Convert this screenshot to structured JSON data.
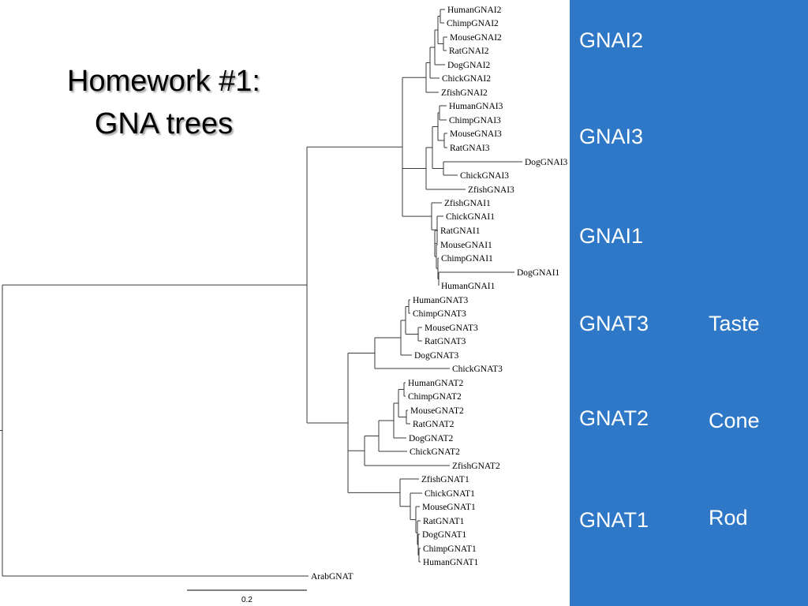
{
  "title": {
    "line1": "Homework #1:",
    "line2": "GNA trees"
  },
  "scale_bar_label": "0.2",
  "tree_labels": {
    "HumanGNAI2": "HumanGNAI2",
    "ChimpGNAI2": "ChimpGNAI2",
    "MouseGNAI2": "MouseGNAI2",
    "RatGNAI2": "RatGNAI2",
    "DogGNAI2": "DogGNAI2",
    "ChickGNAI2": "ChickGNAI2",
    "ZfishGNAI2": "ZfishGNAI2",
    "HumanGNAI3": "HumanGNAI3",
    "ChimpGNAI3": "ChimpGNAI3",
    "MouseGNAI3": "MouseGNAI3",
    "RatGNAI3": "RatGNAI3",
    "DogGNAI3": "DogGNAI3",
    "ChickGNAI3": "ChickGNAI3",
    "ZfishGNAI3": "ZfishGNAI3",
    "ZfishGNAI1": "ZfishGNAI1",
    "ChickGNAI1": "ChickGNAI1",
    "RatGNAI1": "RatGNAI1",
    "MouseGNAI1": "MouseGNAI1",
    "ChimpGNAI1": "ChimpGNAI1",
    "DogGNAI1": "DogGNAI1",
    "HumanGNAI1": "HumanGNAI1",
    "HumanGNAT3": "HumanGNAT3",
    "ChimpGNAT3": "ChimpGNAT3",
    "MouseGNAT3": "MouseGNAT3",
    "RatGNAT3": "RatGNAT3",
    "DogGNAT3": "DogGNAT3",
    "ChickGNAT3": "ChickGNAT3",
    "HumanGNAT2": "HumanGNAT2",
    "ChimpGNAT2": "ChimpGNAT2",
    "MouseGNAT2": "MouseGNAT2",
    "RatGNAT2": "RatGNAT2",
    "DogGNAT2": "DogGNAT2",
    "ChickGNAT2": "ChickGNAT2",
    "ZfishGNAT2": "ZfishGNAT2",
    "ZfishGNAT1": "ZfishGNAT1",
    "ChickGNAT1": "ChickGNAT1",
    "MouseGNAT1": "MouseGNAT1",
    "RatGNAT1": "RatGNAT1",
    "DogGNAT1": "DogGNAT1",
    "ChimpGNAT1": "ChimpGNAT1",
    "HumanGNAT1": "HumanGNAT1",
    "ArabGNAT": "ArabGNAT"
  },
  "panel": {
    "background": "#2e78c7",
    "genes": [
      "GNAI2",
      "GNAI3",
      "GNAI1",
      "GNAT3",
      "GNAT2",
      "GNAT1"
    ],
    "functions": [
      "Taste",
      "Cone",
      "Rod"
    ]
  }
}
